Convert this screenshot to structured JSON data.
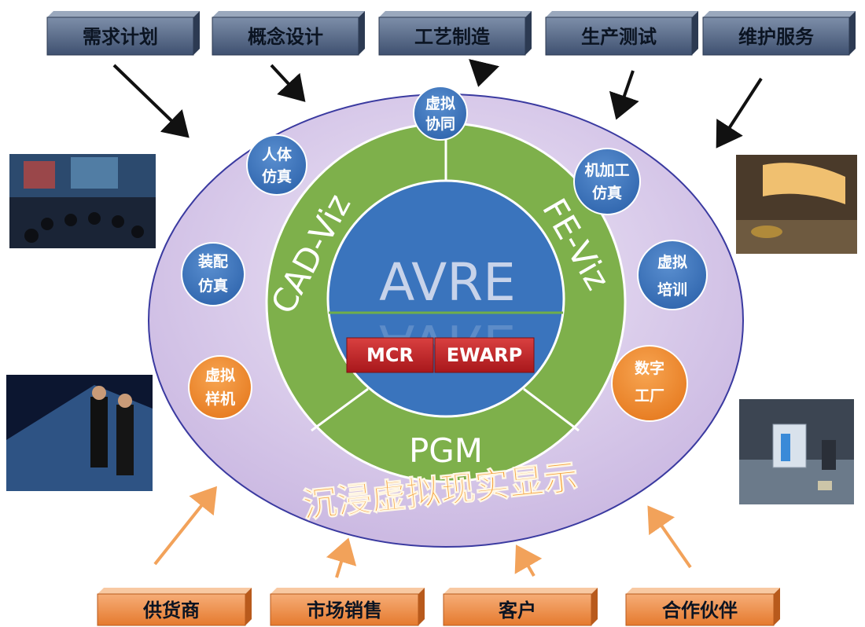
{
  "colors": {
    "top_box_face": "#4b5d7a",
    "bottom_box_face": "#ee8c45",
    "outer_ellipse": "#d8cbeb",
    "green_ring": "#7eb04b",
    "inner_circle": "#3a74bd",
    "blue_bubble": "#3d75b8",
    "orange_bubble": "#ef8a33",
    "red_box": "#c4282b"
  },
  "top_stages": [
    "需求计划",
    "概念设计",
    "工艺制造",
    "生产测试",
    "维护服务"
  ],
  "bottom_stakeholders": [
    "供货商",
    "市场销售",
    "客户",
    "合作伙伴"
  ],
  "bubbles": {
    "xuni_xietong": [
      "虚拟",
      "协同"
    ],
    "renti_fangzhen": [
      "人体",
      "仿真"
    ],
    "zhuangpei_fangzhen": [
      "装配",
      "仿真"
    ],
    "xuni_yangji": [
      "虚拟",
      "样机"
    ],
    "jijiagong_fangzhen": [
      "机加工",
      "仿真"
    ],
    "xuni_peixun": [
      "虚拟",
      "培训"
    ],
    "shuzi_gongchang": [
      "数字",
      "工厂"
    ]
  },
  "ring": {
    "left": "CAD-Viz",
    "right": "FE-Viz",
    "bottom": "PGM"
  },
  "core": {
    "title": "AVRE",
    "modules": [
      "MCR",
      "EWARP"
    ]
  },
  "slogan": "沉浸虚拟现实显示",
  "photos": [
    "audience-theater-photo",
    "business-handshake-photo",
    "curved-screen-room-photo",
    "cave-system-photo"
  ]
}
